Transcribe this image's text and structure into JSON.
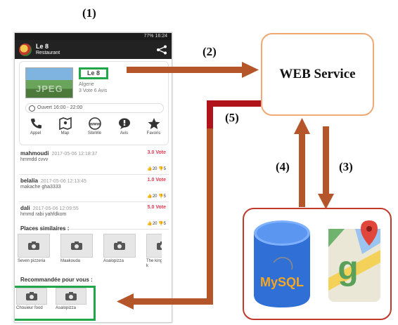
{
  "steps": [
    "(1)",
    "(2)",
    "(3)",
    "(4)",
    "(5)"
  ],
  "web_service": {
    "label": "WEB Service"
  },
  "database": {
    "label": "MySQL"
  },
  "phone": {
    "status": "77% 16:24",
    "app_title": "Le 8",
    "app_subtitle": "Restaurant",
    "thumb_text": "JPEG",
    "name": "Le 8",
    "country": "Algerie",
    "votes": "3 Vote  6 Avis",
    "hours": "Ouvert 16:00 - 22:00",
    "actions": [
      "Appel",
      "Map",
      "SiteWe",
      "Avis",
      "Favoris"
    ],
    "reviews": [
      {
        "user": "mahmoudi",
        "date": "2017-05-06 12:18:37",
        "vote": "3.0 Vote",
        "text": "hmmdd cvvv",
        "likes": "20",
        "dislikes": "5"
      },
      {
        "user": "belalia",
        "date": "2017-05-06 12:13:45",
        "vote": "1.0 Vote",
        "text": "makache gha3333",
        "likes": "20",
        "dislikes": "5"
      },
      {
        "user": "dali",
        "date": "2017-05-06 12:09:55",
        "vote": "5.0 Vote",
        "text": "hmmd rabi yahfdkom",
        "likes": "20",
        "dislikes": "5"
      }
    ],
    "similar_title": "Places similaires :",
    "similar": [
      "Seven pizzeria",
      "Maakouda",
      "Asalopizza",
      "The king snack"
    ],
    "recommended_title": "Recommandée pour vous :",
    "recommended": [
      "Chouieur food",
      "Asalopizza"
    ]
  }
}
